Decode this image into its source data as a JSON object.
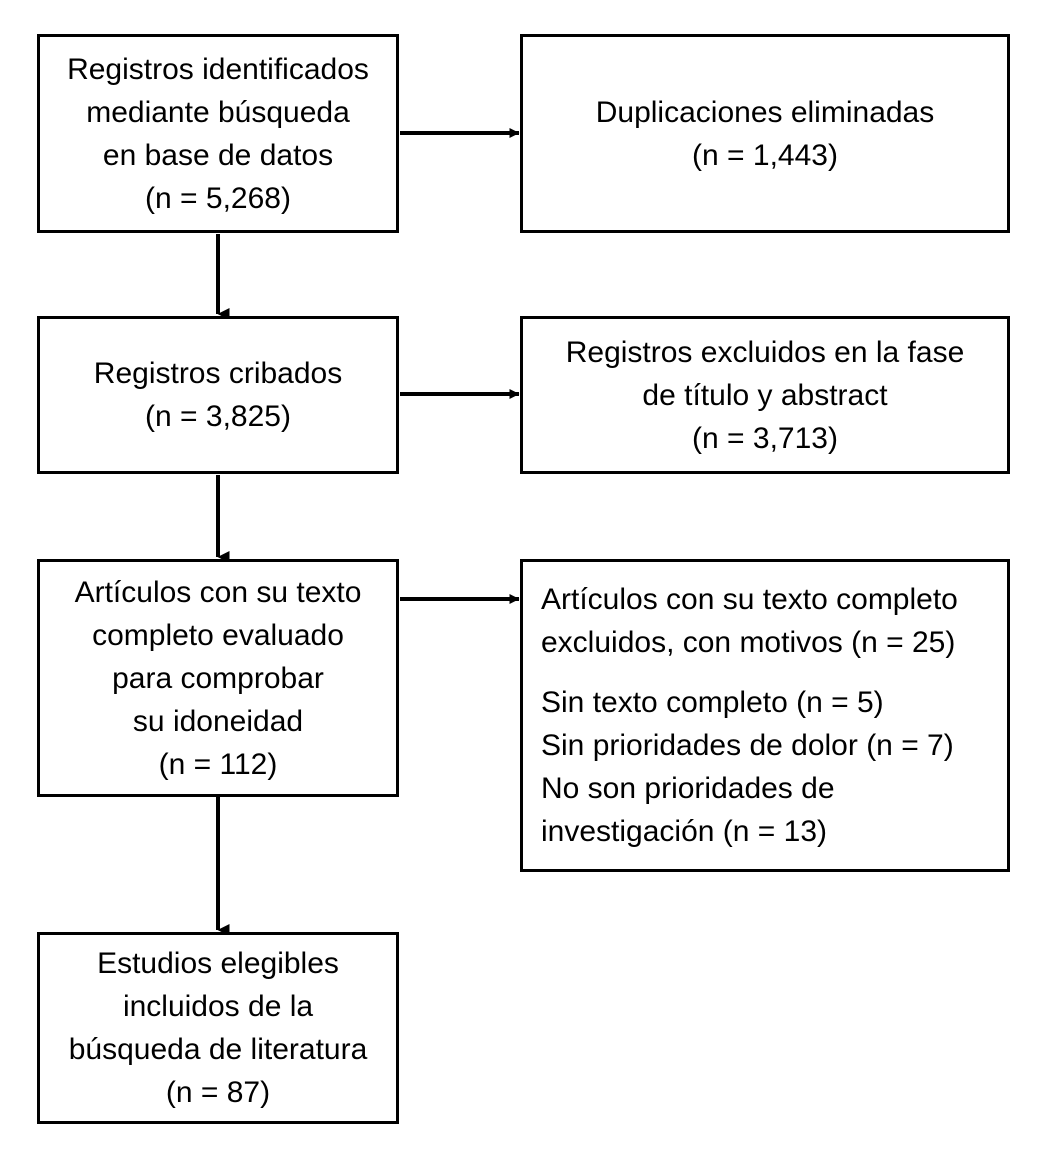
{
  "diagram": {
    "kind": "prisma-flow-diagram",
    "language": "es",
    "background_color": "#ffffff",
    "line_color": "#000000",
    "box_border_color": "#000000",
    "box_fill_color": "#ffffff"
  },
  "boxes": {
    "identified": {
      "name": "records-identified",
      "align": "center",
      "lines": [
        "Registros identificados",
        "mediante búsqueda",
        "en base de datos",
        "(n = 5,268)"
      ],
      "count_label": "(n = 5,268)",
      "count": 5268
    },
    "duplicates_removed": {
      "name": "duplicates-removed",
      "align": "center",
      "lines": [
        "Duplicaciones eliminadas",
        "(n = 1,443)"
      ],
      "count_label": "(n = 1,443)",
      "count": 1443
    },
    "screened": {
      "name": "records-screened",
      "align": "center",
      "lines": [
        "Registros cribados",
        "(n = 3,825)"
      ],
      "count_label": "(n = 3,825)",
      "count": 3825
    },
    "excluded_title_abstract": {
      "name": "records-excluded-title-abstract",
      "align": "center",
      "lines": [
        "Registros excluidos en la fase",
        "de título y abstract",
        "(n = 3,713)"
      ],
      "count_label": "(n = 3,713)",
      "count": 3713
    },
    "fulltext_assessed": {
      "name": "fulltext-assessed-eligibility",
      "align": "center",
      "lines": [
        "Artículos con su texto",
        "completo evaluado",
        "para comprobar",
        "su idoneidad",
        "(n = 112)"
      ],
      "count_label": "(n = 112)",
      "count": 112
    },
    "fulltext_excluded": {
      "name": "fulltext-excluded-with-reasons",
      "align": "left",
      "lines": [
        "Artículos con su texto completo",
        "excluidos, con motivos (n = 25)",
        "",
        "Sin texto completo (n = 5)",
        "Sin prioridades de dolor (n = 7)",
        "No son prioridades de",
        "investigación (n = 13)"
      ],
      "count_label": "(n = 25)",
      "count": 25,
      "reasons": [
        {
          "label": "Sin texto completo",
          "count_label": "(n = 5)",
          "count": 5
        },
        {
          "label": "Sin prioridades de dolor",
          "count_label": "(n = 7)",
          "count": 7
        },
        {
          "label": "No son prioridades de investigación",
          "count_label": "(n = 13)",
          "count": 13
        }
      ]
    },
    "included": {
      "name": "studies-included",
      "align": "center",
      "lines": [
        "Estudios elegibles",
        "incluidos de la",
        "búsqueda de literatura",
        "(n = 87)"
      ],
      "count_label": "(n = 87)",
      "count": 87
    }
  },
  "connectors": [
    {
      "name": "arrow-identified-to-duplicates",
      "direction": "right"
    },
    {
      "name": "arrow-identified-to-screened",
      "direction": "down"
    },
    {
      "name": "arrow-screened-to-excluded",
      "direction": "right"
    },
    {
      "name": "arrow-screened-to-fulltext",
      "direction": "down"
    },
    {
      "name": "arrow-fulltext-to-excluded-reasons",
      "direction": "right"
    },
    {
      "name": "arrow-fulltext-to-included",
      "direction": "down"
    }
  ]
}
